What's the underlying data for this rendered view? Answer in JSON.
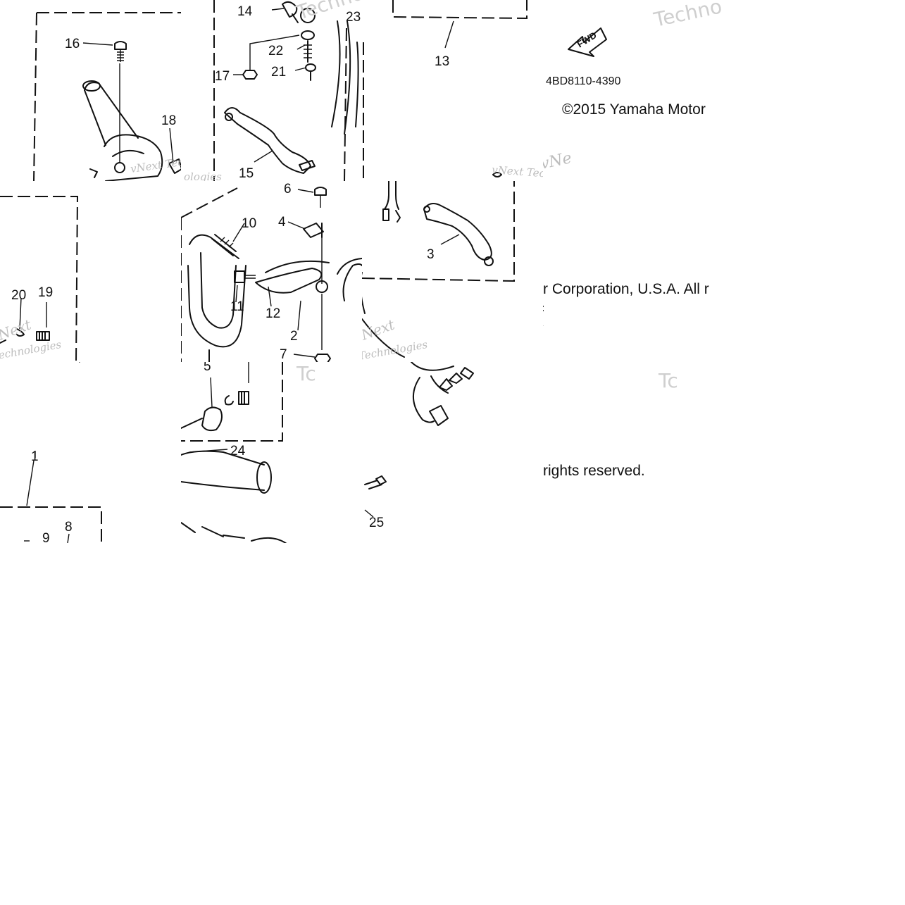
{
  "diagram": {
    "part_code": "4BD8110-4390",
    "copyright": {
      "line_a": "©2015 Yamaha Motor",
      "line_b": "r Corporation, U.S.A. All r",
      "line_c": "rights reserved."
    },
    "fwd_label": "FWD",
    "watermarks": {
      "techno": "Techno",
      "vnext": "vNext Technologies",
      "vne": "vNe",
      "ologies": "ologies",
      "next": "Next",
      "echnologies": "Technologies",
      "tc": "Tc"
    },
    "callouts": {
      "c1": "1",
      "c2": "2",
      "c3": "3",
      "c4": "4",
      "c5": "5",
      "c6": "6",
      "c7": "7",
      "c8": "8",
      "c9": "9",
      "c10": "10",
      "c11": "11",
      "c12": "12",
      "c13": "13",
      "c14": "14",
      "c15": "15",
      "c16": "16",
      "c17": "17",
      "c18": "18",
      "c19": "19",
      "c20": "20",
      "c21": "21",
      "c22": "22",
      "c23": "23",
      "c24": "24",
      "c25": "25"
    }
  }
}
